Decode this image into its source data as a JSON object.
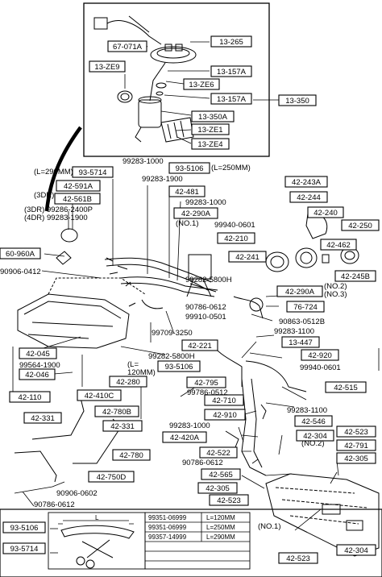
{
  "boxed": {
    "b67071A": "67-071A",
    "b13265": "13-265",
    "b13ZE9": "13-ZE9",
    "b13157Aa": "13-157A",
    "b13ZE6": "13-ZE6",
    "b13157Ab": "13-157A",
    "b13350": "13-350",
    "b13350A": "13-350A",
    "b13ZE1": "13-ZE1",
    "b13ZE4": "13-ZE4",
    "b935714": "93-5714",
    "b935106a": "93-5106",
    "b42591A": "42-591A",
    "b42481": "42-481",
    "b42561B": "42-561B",
    "b42243A": "42-243A",
    "b42244": "42-244",
    "b42240": "42-240",
    "b42290Aa": "42-290A",
    "b42250": "42-250",
    "b42210": "42-210",
    "b42462": "42-462",
    "b60960A": "60-960A",
    "b42241": "42-241",
    "b42245B": "42-245B",
    "b42290Ab": "42-290A",
    "b76724": "76-724",
    "b42221": "42-221",
    "b13447": "13-447",
    "b42045": "42-045",
    "b935106b": "93-5106",
    "b42920": "42-920",
    "b42046": "42-046",
    "b42280": "42-280",
    "b42795": "42-795",
    "b42515": "42-515",
    "b42110": "42-110",
    "b42710": "42-710",
    "b42410C": "42-410C",
    "b42331a": "42-331",
    "b42780B": "42-780B",
    "b42910": "42-910",
    "b42546": "42-546",
    "b42523a": "42-523",
    "b42331b": "42-331",
    "b42420A": "42-420A",
    "b42304a": "42-304",
    "b42791": "42-791",
    "b42780": "42-780",
    "b42522": "42-522",
    "b42305a": "42-305",
    "b42750D": "42-750D",
    "b42565": "42-565",
    "b42305b": "42-305",
    "b42523b": "42-523",
    "b42523c": "42-523",
    "b42304b": "42-304",
    "legend935106": "93-5106",
    "legend935714": "93-5714"
  },
  "texts": {
    "t99283_1000a": "99283-1000",
    "t250a": "(L=250MM)",
    "t290": "(L=290MM)",
    "t99283_1900a": "99283-1900",
    "t3dr": "(3DR)",
    "t99283_1000b": "99283-1000",
    "t3dr99286": "(3DR) 99286-2400P",
    "t4dr99283": "(4DR) 99283-1900",
    "tno1a": "(NO.1)",
    "t99940_0601a": "99940-0601",
    "t90906_0412": "90906-0412",
    "t99282_5800H": "99282-5800H",
    "tno2a": "(NO.2)",
    "tno3": "(NO.3)",
    "t90786_0612a": "90786-0612",
    "t99910_0501": "99910-0501",
    "t90863_0512B": "90863-0512B",
    "t99709_3250": "99709-3250",
    "t99283_1100a": "99283-1100",
    "t99564_1900": "99564-1900",
    "t99282_5800Hb": "99282-5800H",
    "tL": "(L=",
    "t120": "120MM)",
    "t99940_0601b": "99940-0601",
    "t99786_0512": "99786-0512",
    "t99283_1100b": "99283-1100",
    "t99283_1000c": "99283-1000",
    "tno2b": "(NO.2)",
    "t90786_0612b": "90786-0612",
    "t90906_0602": "90906-0602",
    "t90786_0612c": "90786-0612",
    "tno1b": "(NO.1)"
  },
  "legend_table": {
    "header_L": "L",
    "rows": [
      {
        "part": "99351-06999",
        "length": "L=120MM"
      },
      {
        "part": "99351-06999",
        "length": "L=250MM"
      },
      {
        "part": "99357-14999",
        "length": "L=290MM"
      }
    ]
  }
}
